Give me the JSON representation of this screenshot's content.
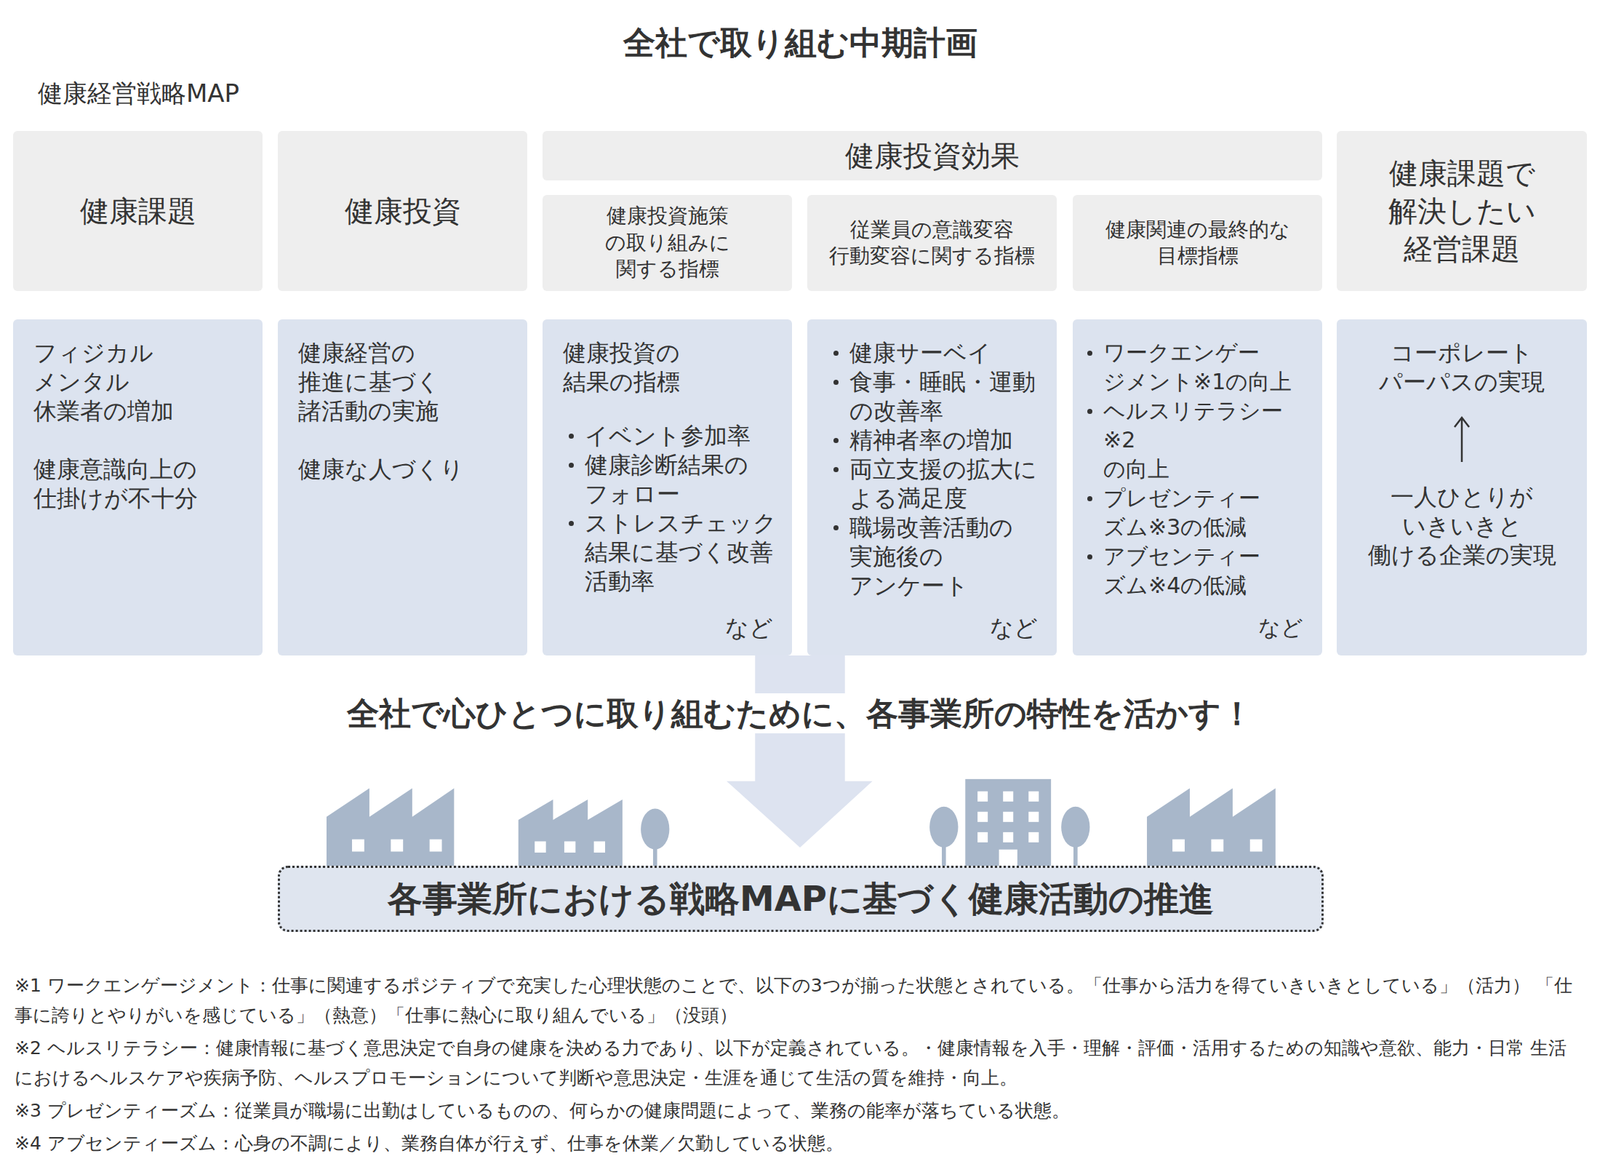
{
  "diagram": {
    "title": "全社で取り組む中期計画",
    "nodes": [
      {
        "text": [
          "健康課題"
        ]
      },
      {
        "text": [
          "健康投資"
        ]
      },
      {
        "text": [
          "健康投資効果"
        ]
      },
      {
        "text": [
          "健康投資施策 の取り組みに 関する指標"
        ]
      },
      {
        "text": [
          "従業員の意識変容 行動変容に関する指標"
        ]
      },
      {
        "text": [
          "健康関連の最終的な 目標指標"
        ]
      },
      {
        "text": [
          "健康課題で 解決したい 経営課題"
        ]
      },
      {
        "text": [
          "フィジカル メンタル 休業者の増加",
          "健康意識向上の 仕掛けが不十分"
        ]
      },
      {
        "text": [
          "健康経営の 推進に基づく 諸活動の実施",
          "健康な人づくり"
        ]
      },
      {
        "text": [
          "健康投資の 結果の指標",
          "イベント参加率",
          "健康診断結果の フォロー",
          "ストレスチェック 結果に基づく改善 活動率",
          "など"
        ]
      },
      {
        "text": [
          "健康サーベイ",
          "食事・睡眠・運動 の改善率",
          "精神者率の増加",
          "両立支援の拡大に よる満足度",
          "職場改善活動の 実施後の アンケート",
          "など"
        ]
      },
      {
        "text": [
          "ワークエンゲー ジメント※1の向上",
          "ヘルスリテラシー※2 の向上",
          "プレゼンティー ズム※3の低減",
          "アブセンティー ズム※4の低減",
          "など"
        ]
      },
      {
        "text": [
          "コーポレート パーパスの実現",
          "一人ひとりが いきいきと 働ける企業の実現"
        ]
      },
      {
        "text": [
          "各事業所における戦略MAPに基づく健康活動の推進"
        ]
      }
    ],
    "labels": [
      "健康経営戦略MAP",
      "全社で心ひとつに取り組むために、各事業所の特性を活かす！",
      "※1 ワークエンゲージメント：仕事に関連するポジティブで充実した心理状態のことで、以下の3つが揃った状態とされている。「仕事から活力を得ていきいきとしている」（活力） 「仕事に誇りとやりがいを感じている」（熱意）「仕事に熱心に取り組んでいる」（没頭）",
      "※2 ヘルスリテラシー：健康情報に基づく意思決定で自身の健康を決める力であり、以下が定義されている。・健康情報を入手・理解・評価・活用するための知識や意欲、能力・日常 生活におけるヘルスケアや疾病予防、ヘルスプロモーションについて判断や意思決定・生涯を通じて生活の質を維持・向上。",
      "※3 プレゼンティーズム：従業員が職場に出勤はしているものの、何らかの健康問題によって、業務の能率が落ちている状態。",
      "※4 アブセンティーズム：心身の不調により、業務自体が行えず、仕事を休業／欠勤している状態。"
    ]
  }
}
